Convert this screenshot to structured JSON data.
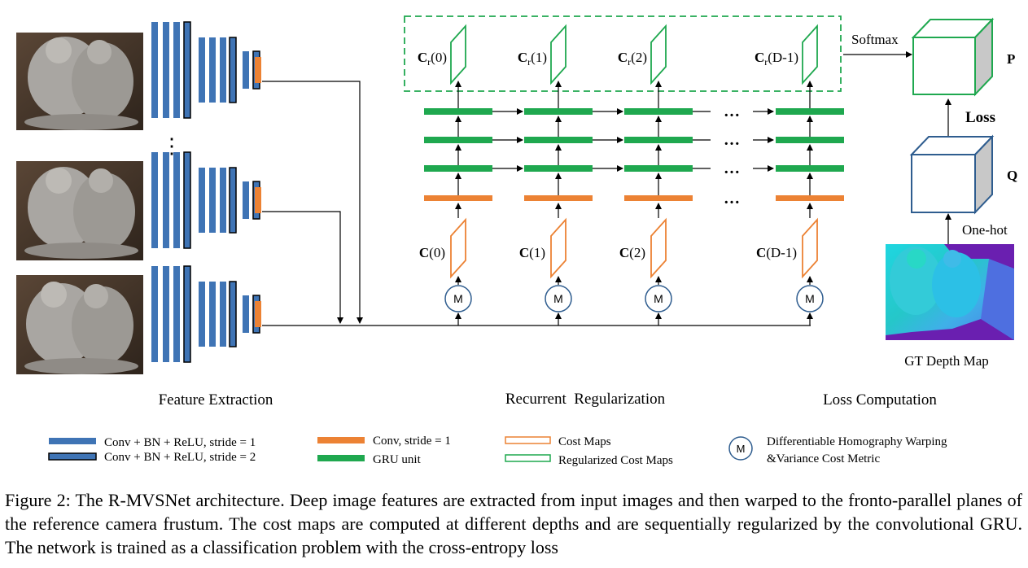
{
  "colors": {
    "conv_bn_relu": "#3f74b5",
    "conv": "#ec8234",
    "gru": "#1fa84f",
    "regularized_border": "#1fa84f",
    "cost_border": "#ec8234",
    "warp_circle": "#2f5d8f",
    "volume_q_border": "#2f5d8f",
    "volume_side": "#c8c8c8"
  },
  "sections": {
    "feature_extraction": "Feature Extraction",
    "recurrent_regularization": "Recurrent  Regularization",
    "loss_computation": "Loss Computation"
  },
  "regularized_maps": [
    {
      "main": "C",
      "sub": "r",
      "arg": "(0)"
    },
    {
      "main": "C",
      "sub": "r",
      "arg": "(1)"
    },
    {
      "main": "C",
      "sub": "r",
      "arg": "(2)"
    },
    {
      "main": "C",
      "sub": "r",
      "arg": "(D-1)"
    }
  ],
  "cost_maps": [
    {
      "main": "C",
      "arg": "(0)"
    },
    {
      "main": "C",
      "arg": "(1)"
    },
    {
      "main": "C",
      "arg": "(2)"
    },
    {
      "main": "C",
      "arg": "(D-1)"
    }
  ],
  "warp_symbol": "M",
  "ellipsis": "…",
  "vertical_ellipsis": "⋮",
  "labels": {
    "softmax": "Softmax",
    "p": "P",
    "loss": "Loss",
    "q": "Q",
    "one_hot": "One-hot",
    "gt_depth_map": "GT Depth Map"
  },
  "legend": {
    "stride1": "Conv + BN + ReLU, stride = 1",
    "stride2": "Conv + BN + ReLU, stride = 2",
    "conv": "Conv, stride = 1",
    "gru": "GRU unit",
    "cost_maps": "Cost Maps",
    "regularized_cost_maps": "Regularized Cost Maps",
    "warp_line1": "Differentiable Homography Warping",
    "warp_line2": "&Variance Cost Metric"
  },
  "caption": "Figure 2: The R-MVSNet architecture. Deep image features are extracted from input images and then warped to the fronto-parallel planes of the reference camera frustum. The cost maps are computed at different depths and are sequentially regularized by the convolutional GRU. The network is trained as a classification problem with the cross-entropy loss"
}
